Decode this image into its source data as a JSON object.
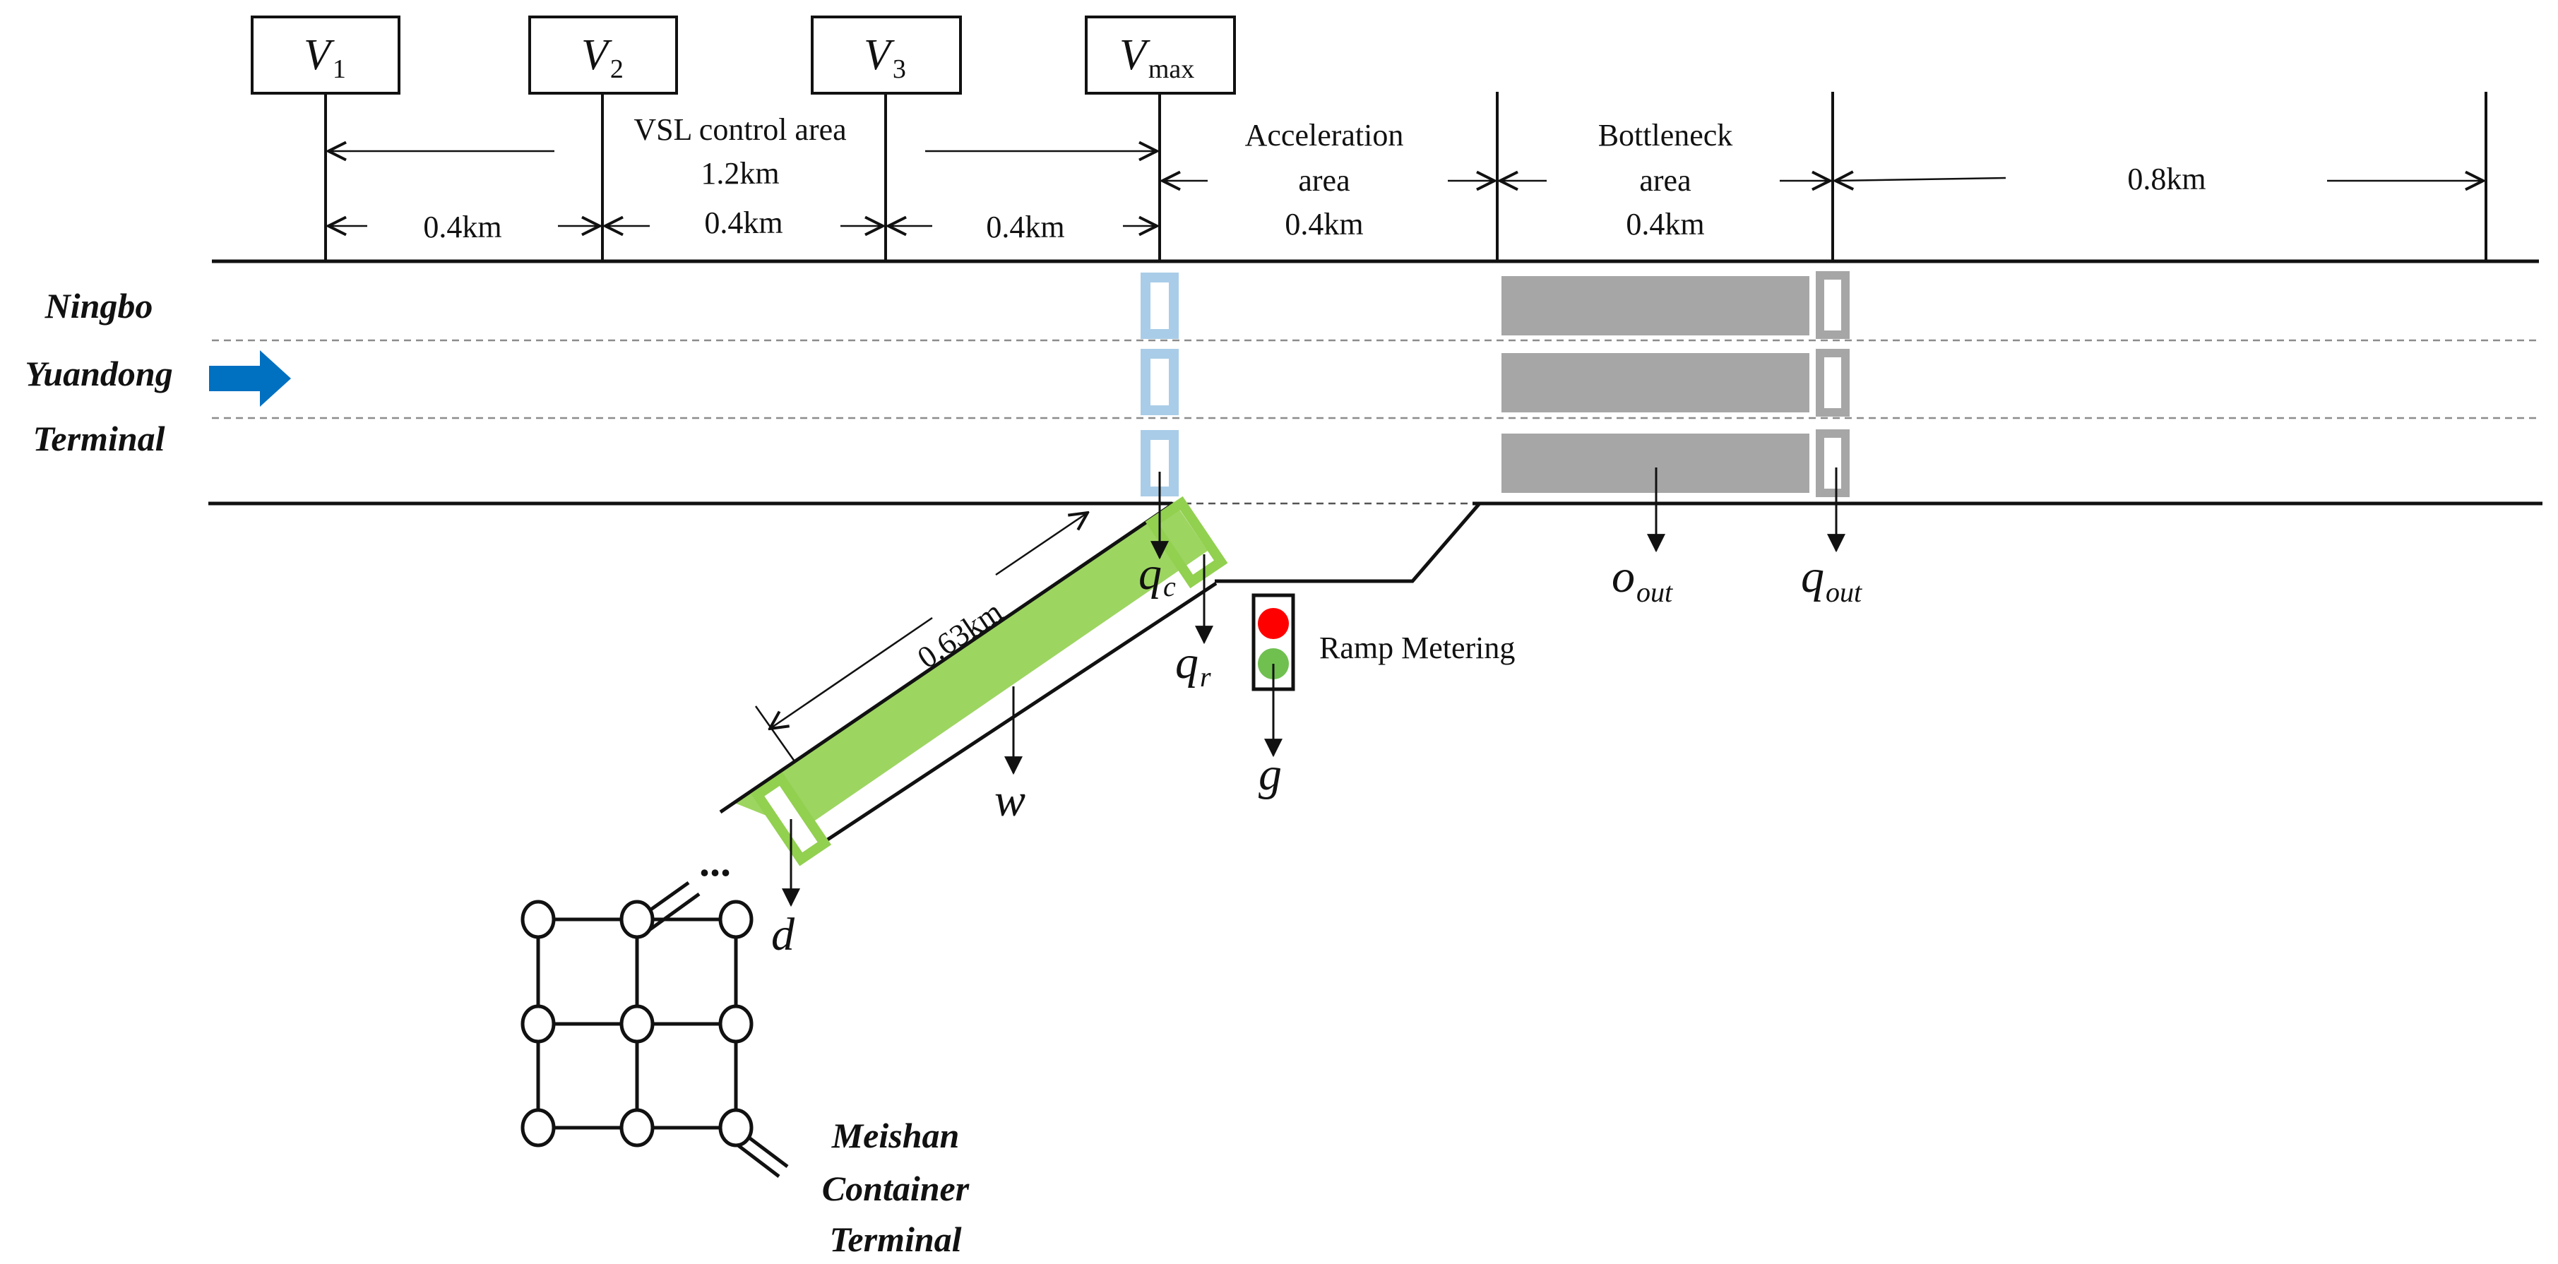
{
  "signs": [
    {
      "base": "V",
      "sub": "1"
    },
    {
      "base": "V",
      "sub": "2"
    },
    {
      "base": "V",
      "sub": "3"
    },
    {
      "base": "V",
      "sub": "max"
    }
  ],
  "areas": {
    "vsl_title": "VSL control area",
    "vsl_length": "1.2km",
    "segment_1": "0.4km",
    "segment_2": "0.4km",
    "segment_3": "0.4km",
    "acceleration_line1": "Acceleration",
    "acceleration_line2": "area",
    "acceleration_length": "0.4km",
    "bottleneck_line1": "Bottleneck",
    "bottleneck_line2": "area",
    "bottleneck_length": "0.4km",
    "downstream_length": "0.8km"
  },
  "origin_terminal": {
    "line1": "Ningbo",
    "line2": "Yuandong",
    "line3": "Terminal"
  },
  "destination_terminal": {
    "line1": "Meishan",
    "line2": "Container",
    "line3": "Terminal"
  },
  "ramp": {
    "length": "0.63km",
    "ellipsis": "..."
  },
  "ramp_metering_label": "Ramp Metering",
  "variables": {
    "qc": {
      "base": "q",
      "sub": "c"
    },
    "qr": {
      "base": "q",
      "sub": "r"
    },
    "g": "g",
    "w": "w",
    "d": "d",
    "o_out": {
      "base": "o",
      "sub": "out"
    },
    "q_out": {
      "base": "q",
      "sub": "out"
    }
  },
  "colors": {
    "flow_arrow": "#0070C0",
    "detector_mainline": "#A9CDE8",
    "detector_ramp": "#92D050",
    "ramp_fill": "#92D050",
    "bottleneck_fill": "#A6A6A6",
    "detector_bottleneck": "#A6A6A6",
    "signal_red": "#FF0000",
    "signal_green": "#70C050"
  }
}
